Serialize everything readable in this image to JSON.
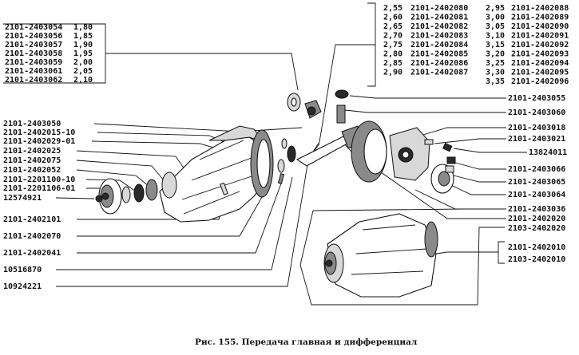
{
  "shims_group_left": [
    {
      "part": "2101-2403054",
      "size": "1,80"
    },
    {
      "part": "2101-2403056",
      "size": "1,85"
    },
    {
      "part": "2101-2403057",
      "size": "1,90"
    },
    {
      "part": "2101-2403058",
      "size": "1,95"
    },
    {
      "part": "2101-2403059",
      "size": "2,00"
    },
    {
      "part": "2101-2403061",
      "size": "2,05"
    },
    {
      "part": "2101-2403062",
      "size": "2,10"
    }
  ],
  "shims_group_right_col1": [
    {
      "size": "2,55",
      "part": "2101-2402080"
    },
    {
      "size": "2,60",
      "part": "2101-2402081"
    },
    {
      "size": "2,65",
      "part": "2101-2402082"
    },
    {
      "size": "2,70",
      "part": "2101-2402083"
    },
    {
      "size": "2,75",
      "part": "2101-2402084"
    },
    {
      "size": "2,80",
      "part": "2101-2402085"
    },
    {
      "size": "2,85",
      "part": "2101-2402086"
    },
    {
      "size": "2,90",
      "part": "2101-2402087"
    }
  ],
  "shims_group_right_col2": [
    {
      "size": "2,95",
      "part": "2101-2402088"
    },
    {
      "size": "3,00",
      "part": "2101-2402089"
    },
    {
      "size": "3,05",
      "part": "2101-2402090"
    },
    {
      "size": "3,10",
      "part": "2101-2402091"
    },
    {
      "size": "3,15",
      "part": "2101-2402092"
    },
    {
      "size": "3,20",
      "part": "2101-2402093"
    },
    {
      "size": "3,25",
      "part": "2101-2402094"
    },
    {
      "size": "3,30",
      "part": "2101-2402095"
    },
    {
      "size": "3,35",
      "part": "2101-2402096"
    }
  ],
  "left_labels": [
    "2101-2403050",
    "2101-2402015-10",
    "2101-2402029-01",
    "2101-2402025",
    "2101-2402075",
    "2101-2402052",
    "2101-2201100-10",
    "2101-2201106-01",
    "12574921",
    "2101-2402101",
    "2101-2402070",
    "2101-2402041",
    "10516870",
    "10924221"
  ],
  "right_labels": [
    "2101-2403055",
    "2101-2403060",
    "2101-2403018",
    "2101-2403021",
    "13824011",
    "2101-2403066",
    "2101-2403065",
    "2101-2403064",
    "2101-2403036",
    "2101-2402020",
    "2103-2402020",
    "2101-2402010",
    "2103-2402010"
  ],
  "caption": "Рис. 155. Передача главная и дифференциал"
}
